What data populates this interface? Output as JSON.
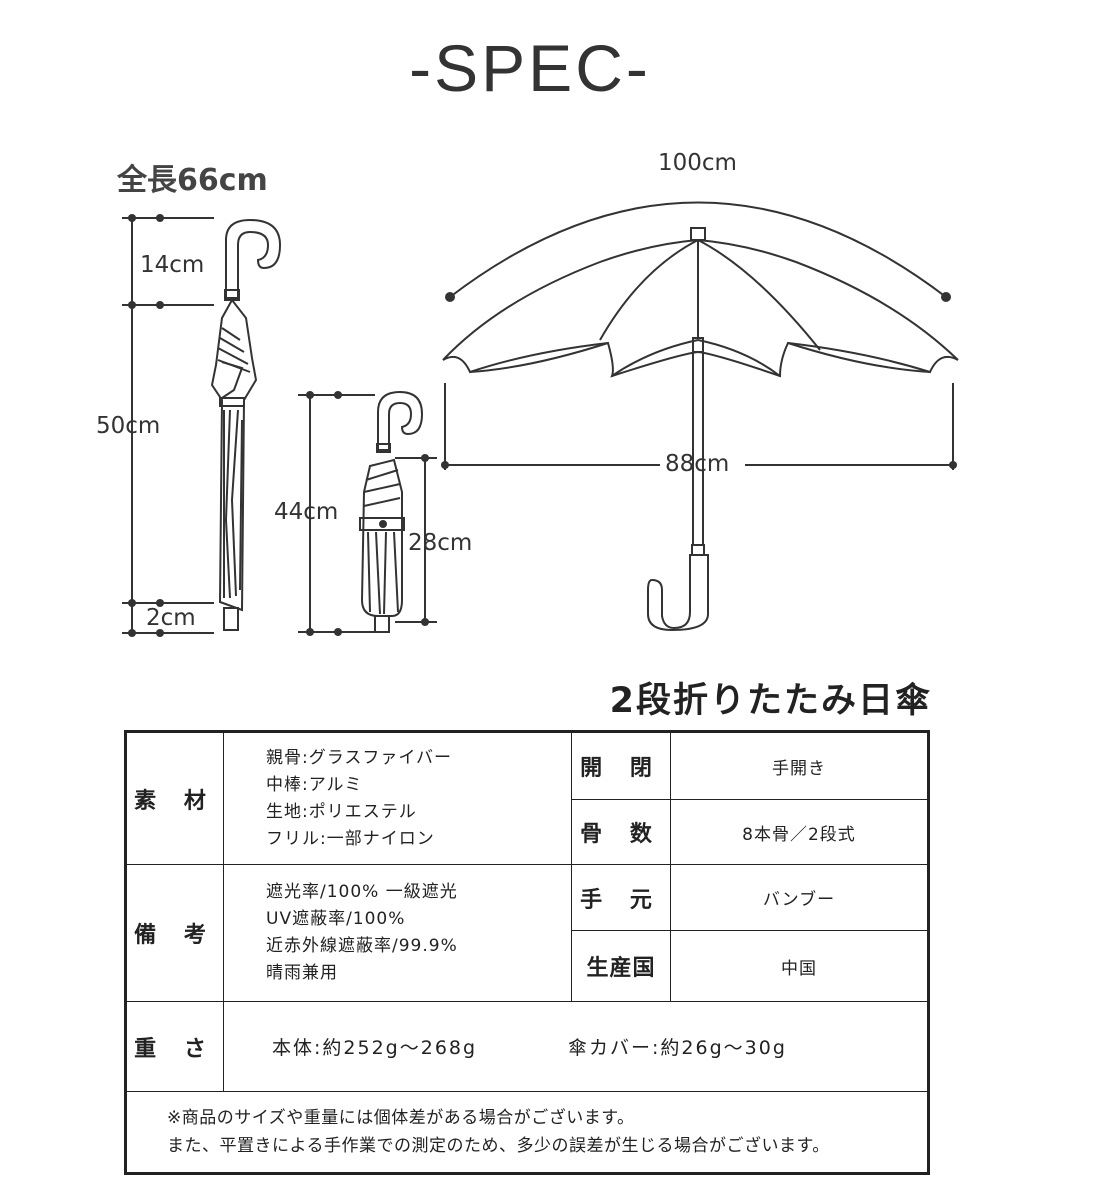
{
  "page": {
    "title": "-SPEC-",
    "total_length": "全長66cm",
    "product_name": "2段折りたたみ日傘"
  },
  "dimensions": {
    "handle_length": "14cm",
    "body_length": "50cm",
    "tip_length": "2cm",
    "folded_total": "44cm",
    "folded_body": "28cm",
    "arc_length": "100cm",
    "open_span": "88cm"
  },
  "spec": {
    "material": {
      "label": "素 材",
      "lines": [
        "親骨:グラスファイバー",
        "中棒:アルミ",
        "生地:ポリエステル",
        "フリル:一部ナイロン"
      ]
    },
    "open_close": {
      "label": "開 閉",
      "value": "手開き"
    },
    "ribs": {
      "label": "骨 数",
      "value": "8本骨／2段式"
    },
    "remarks": {
      "label": "備 考",
      "lines": [
        "遮光率/100%  一級遮光",
        "UV遮蔽率/100%",
        "近赤外線遮蔽率/99.9%",
        "晴雨兼用"
      ]
    },
    "handle": {
      "label": "手 元",
      "value": "バンブー"
    },
    "origin": {
      "label": "生産国",
      "value": "中国"
    },
    "weight": {
      "label": "重 さ",
      "body": "本体:約252g～268g",
      "cover": "傘カバー:約26g～30g"
    },
    "notes": [
      "※商品のサイズや重量には個体差がある場合がございます。",
      "また、平置きによる手作業での測定のため、多少の誤差が生じる場合がございます。"
    ]
  },
  "colors": {
    "line": "#333333",
    "text": "#222222",
    "background": "#ffffff"
  }
}
